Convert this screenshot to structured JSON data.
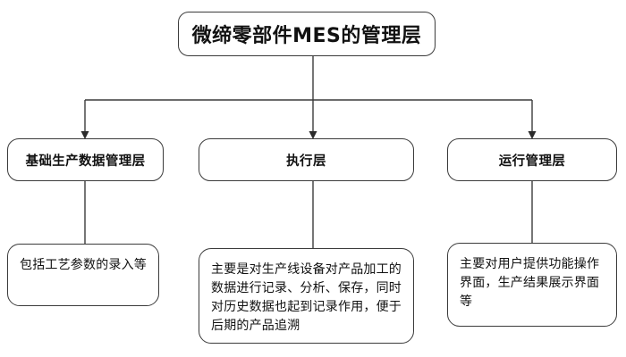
{
  "diagram": {
    "type": "hierarchy-flowchart",
    "title": "微缔零部件MES的管理层",
    "background_color": "#ffffff",
    "border_color": "#3b3b3b",
    "text_color": "#111111",
    "root": {
      "id": "root",
      "label": "微缔零部件MES的管理层"
    },
    "layers": [
      {
        "id": "layer-0",
        "label": "基础生产数据管理层",
        "description": "包括工艺参数的录入等"
      },
      {
        "id": "layer-1",
        "label": "执行层",
        "description": "主要是对生产线设备对产品加工的数据进行记录、分析、保存，同时对历史数据也起到记录作用，便于后期的产品追溯"
      },
      {
        "id": "layer-2",
        "label": "运行管理层",
        "description": "主要对用户提供功能操作界面，生产结果展示界面等"
      }
    ],
    "connectors": {
      "root_to_layers": "tree-bus-with-arrows",
      "layer_to_description": "plain-vertical-line",
      "arrowhead": "filled-triangle-down"
    }
  }
}
